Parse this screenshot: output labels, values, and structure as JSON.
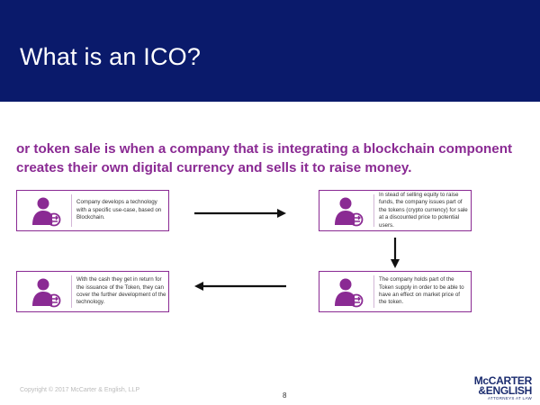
{
  "slide": {
    "title": "What is an ICO?",
    "subtitle": "or token sale is when a company that is integrating a blockchain component creates their own digital currency and sells it to raise money."
  },
  "steps": [
    {
      "text": "Company develops a technology with a specific use-case, based on Blockchain.",
      "icon": "person-exchange-icon"
    },
    {
      "text": "In stead of selling equity to raise funds, the company issues part of the tokens (crypto currency) for sale at a discounted price to potential users.",
      "icon": "person-exchange-icon"
    },
    {
      "text": "The company holds part of the Token supply in order to be able to have an effect on market price of the token.",
      "icon": "person-exchange-icon"
    },
    {
      "text": "With the cash they get in return for the issuance of the Token, they can cover the further development of the technology.",
      "icon": "person-exchange-icon"
    }
  ],
  "footer": {
    "copyright": "Copyright © 2017 McCarter & English, LLP",
    "page_number": "8"
  },
  "logo": {
    "line1": "McCARTER",
    "line2": "&ENGLISH",
    "line3": "ATTORNEYS AT LAW"
  },
  "colors": {
    "header_bg": "#0a1a6b",
    "accent": "#8a2a93",
    "logo": "#1b2c6f"
  }
}
